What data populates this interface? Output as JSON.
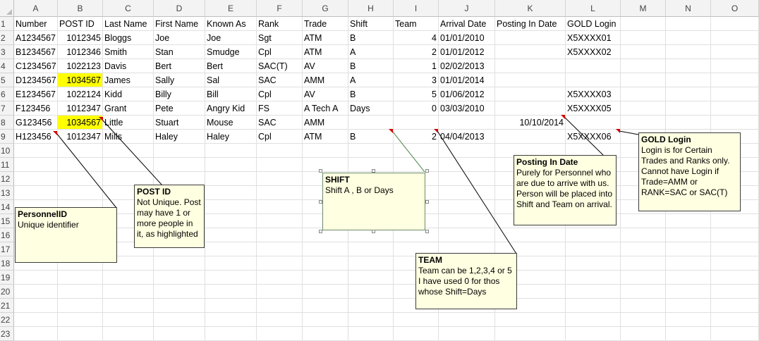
{
  "columns": [
    "A",
    "B",
    "C",
    "D",
    "E",
    "F",
    "G",
    "H",
    "I",
    "J",
    "K",
    "L",
    "M",
    "N",
    "O"
  ],
  "rows": [
    "1",
    "2",
    "3",
    "4",
    "5",
    "6",
    "7",
    "8",
    "9",
    "10",
    "11",
    "12",
    "13",
    "14",
    "15",
    "16",
    "17",
    "18",
    "19",
    "20",
    "21",
    "22",
    "23"
  ],
  "table": {
    "headers": [
      "Number",
      "POST ID",
      "Last Name",
      "First Name",
      "Known As",
      "Rank",
      "Trade",
      "Shift",
      "Team",
      "Arrival Date",
      "Posting In Date",
      "GOLD Login"
    ],
    "rows": [
      [
        "A1234567",
        "1012345",
        "Bloggs",
        "Joe",
        "Joe",
        "Sgt",
        "ATM",
        "B",
        "4",
        "01/01/2010",
        "",
        "X5XXXX01"
      ],
      [
        "B1234567",
        "1012346",
        "Smith",
        "Stan",
        "Smudge",
        "Cpl",
        "ATM",
        "A",
        "2",
        "01/01/2012",
        "",
        "X5XXXX02"
      ],
      [
        "C1234567",
        "1022123",
        "Davis",
        "Bert",
        "Bert",
        "SAC(T)",
        "AV",
        "B",
        "1",
        "02/02/2013",
        "",
        ""
      ],
      [
        "D1234567",
        "1034567",
        "James",
        "Sally",
        "Sal",
        "SAC",
        "AMM",
        "A",
        "3",
        "01/01/2014",
        "",
        ""
      ],
      [
        "E1234567",
        "1022124",
        "Kidd",
        "Billy",
        "Bill",
        "Cpl",
        "AV",
        "B",
        "5",
        "01/06/2012",
        "",
        "X5XXXX03"
      ],
      [
        "F123456",
        "1012347",
        "Grant",
        "Pete",
        "Angry Kid",
        "FS",
        "A Tech A",
        "Days",
        "0",
        "03/03/2010",
        "",
        "X5XXXX05"
      ],
      [
        "G123456",
        "1034567",
        "Little",
        "Stuart",
        "Mouse",
        "SAC",
        "AMM",
        "",
        "",
        "",
        "10/10/2014",
        ""
      ],
      [
        "H123456",
        "1012347",
        "Mills",
        "Haley",
        "Haley",
        "Cpl",
        "ATM",
        "B",
        "2",
        "04/04/2013",
        "",
        "X5XXXX06"
      ]
    ]
  },
  "highlight_color": "#ffff00",
  "comment_fill": "#ffffe1",
  "comments": {
    "personnel": {
      "title": "PersonnelID",
      "body": "Unique identifier"
    },
    "post_id": {
      "title": "POST ID",
      "body": "Not Unique. Post may have 1 or more people in it, as highlighted"
    },
    "shift": {
      "title": "SHIFT",
      "body": "Shift A , B or Days"
    },
    "team": {
      "title": "TEAM",
      "body": "Team can be 1,2,3,4 or 5 I have used 0 for thos whose Shift=Days"
    },
    "posting": {
      "title": "Posting In Date",
      "body": "Purely for Personnel who are due to arrive with us. Person will be placed into Shift and Team on arrival."
    },
    "gold": {
      "title": "GOLD Login",
      "body": "Login is for Certain Trades and Ranks only. Cannot have Login if Trade=AMM or RANK=SAC or SAC(T)"
    }
  }
}
